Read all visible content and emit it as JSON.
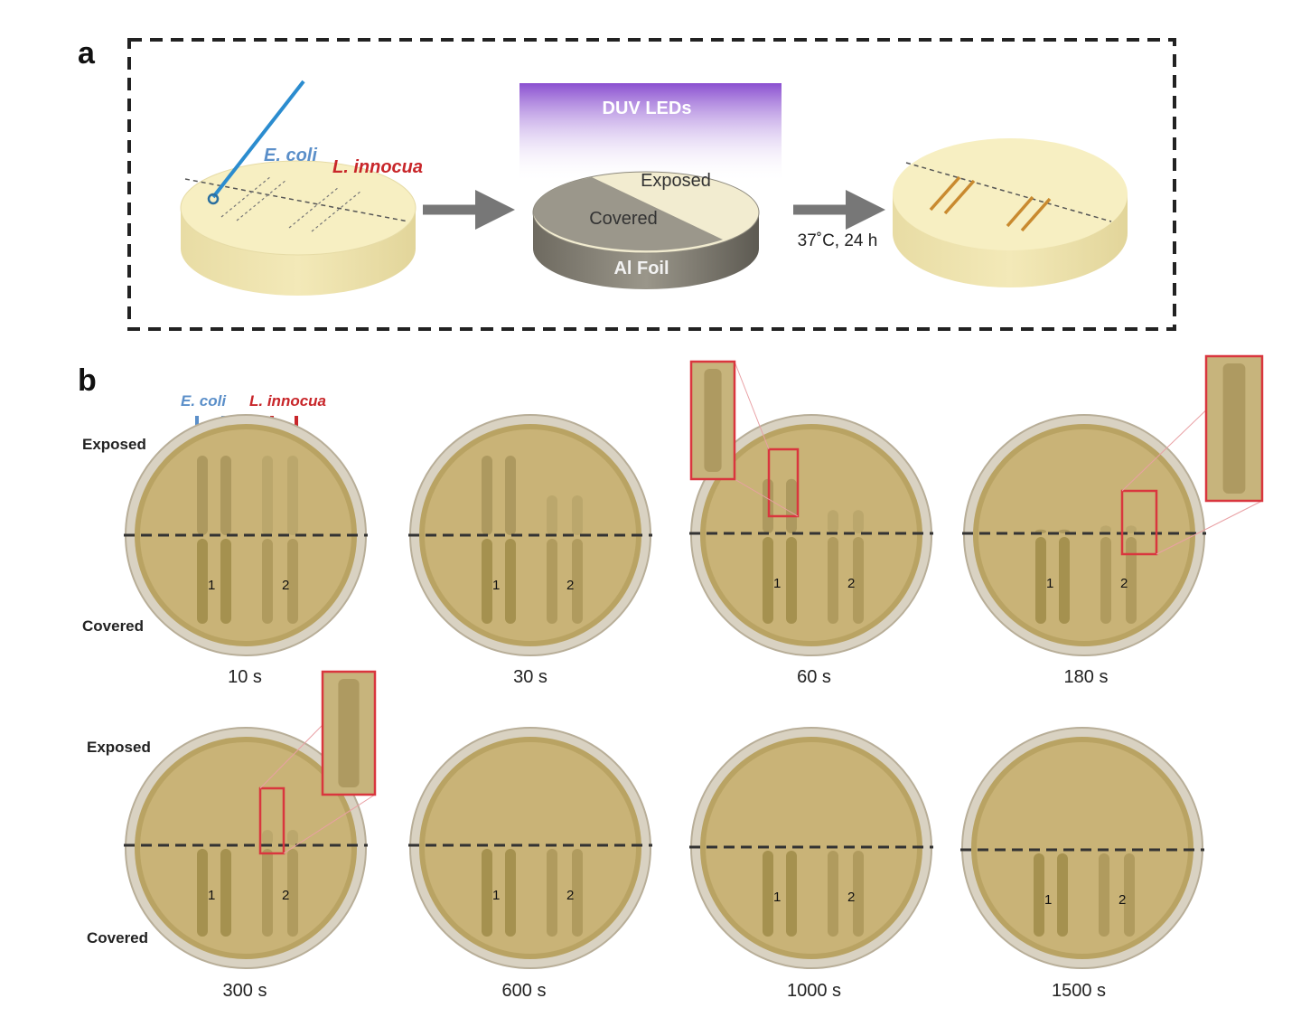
{
  "panel_a": {
    "letter": "a",
    "ecoli_label": "E. coli",
    "linnocua_label": "L. innocua",
    "duv_label": "DUV LEDs",
    "exposed_label": "Exposed",
    "covered_label": "Covered",
    "foil_label": "Al Foil",
    "incubation_label": "37˚C, 24 h"
  },
  "panel_b": {
    "letter": "b",
    "ecoli_label": "E. coli",
    "linnocua_label": "L. innocua",
    "exposed_label": "Exposed",
    "covered_label": "Covered",
    "streak_labels": [
      "1",
      "2"
    ],
    "dishes": [
      {
        "time": "10 s"
      },
      {
        "time": "30 s"
      },
      {
        "time": "60 s"
      },
      {
        "time": "180 s"
      },
      {
        "time": "300 s"
      },
      {
        "time": "600 s"
      },
      {
        "time": "1000 s"
      },
      {
        "time": "1500 s"
      }
    ]
  },
  "colors": {
    "ecoli": "#5b8fc9",
    "linnocua": "#c8262a",
    "agar": "#c9b377",
    "plate_rim": "#d9d2c2",
    "duv": "#8a4fd0",
    "inset_border": "#d9363e"
  }
}
